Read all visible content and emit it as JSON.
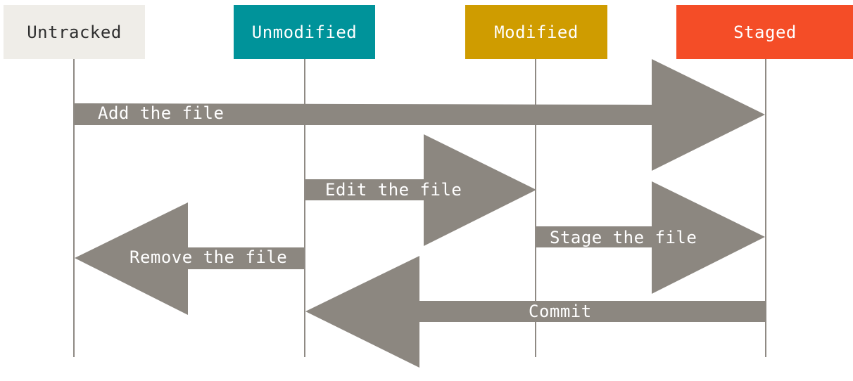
{
  "states": {
    "untracked": {
      "label": "Untracked",
      "bg": "#efede8",
      "fg": "#2e2e2e"
    },
    "unmodified": {
      "label": "Unmodified",
      "bg": "#00939a",
      "fg": "#ffffff"
    },
    "modified": {
      "label": "Modified",
      "bg": "#cf9c00",
      "fg": "#ffffff"
    },
    "staged": {
      "label": "Staged",
      "bg": "#f44d27",
      "fg": "#ffffff"
    }
  },
  "transitions": {
    "add": {
      "label": "Add the file",
      "from": "Untracked",
      "to": "Staged"
    },
    "edit": {
      "label": "Edit the file",
      "from": "Unmodified",
      "to": "Modified"
    },
    "stage": {
      "label": "Stage the file",
      "from": "Modified",
      "to": "Staged"
    },
    "remove": {
      "label": "Remove the file",
      "from": "Unmodified",
      "to": "Untracked"
    },
    "commit": {
      "label": "Commit",
      "from": "Staged",
      "to": "Unmodified"
    }
  },
  "colors": {
    "arrow": "#8c8780",
    "lifeline": "#8f8a84"
  }
}
